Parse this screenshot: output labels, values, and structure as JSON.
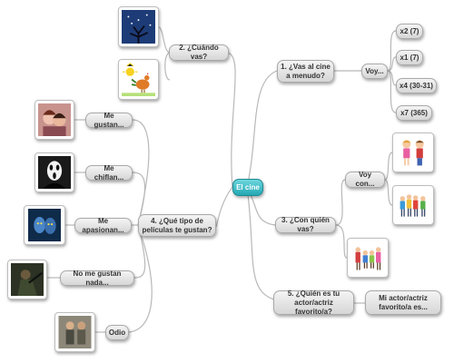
{
  "center": "El cine",
  "topics": {
    "cuando": "2. ¿Cuándo vas?",
    "menudo": "1. ¿Vas al cine a menudo?",
    "voy": "Voy...",
    "freq": [
      "x2 (7)",
      "x1 (7)",
      "x4 (30-31)",
      "x7 (365)"
    ],
    "tipo": "4. ¿Qué tipo de películas te gustan?",
    "prefs": [
      "Me gustan...",
      "Me chiflan...",
      "Me apasionan...",
      "No me gustan nada...",
      "Odio"
    ],
    "quien": "3. ¿Con quién vas?",
    "voycon": "Voy con...",
    "actor": "5. ¿Quién es tu actor/actriz favorito/a?",
    "mi_actor": "Mi actor/actriz favorito/a es..."
  },
  "colors": {
    "link": "#b8b8b8",
    "center_fill": "#2bb0bb"
  }
}
